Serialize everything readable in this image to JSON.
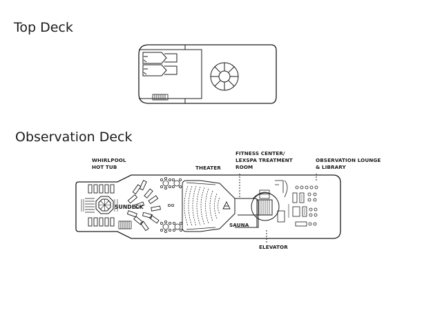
{
  "decks": {
    "top": {
      "title": "Top Deck"
    },
    "observation": {
      "title": "Observation Deck",
      "labels": {
        "whirlpool_line1": "WHIRLPOOL",
        "whirlpool_line2": "HOT TUB",
        "theater": "THEATER",
        "fitness_line1": "FITNESS CENTER/",
        "fitness_line2": "LEXSPA TREATMENT",
        "fitness_line3": "ROOM",
        "lounge_line1": "OBSERVATION LOUNGE",
        "lounge_line2": "& LIBRARY",
        "sundeck": "SUNDECK",
        "sauna": "SAUNA",
        "elevator": "ELEVATOR"
      }
    }
  },
  "colors": {
    "line": "#1a1a1a",
    "background": "#ffffff"
  }
}
